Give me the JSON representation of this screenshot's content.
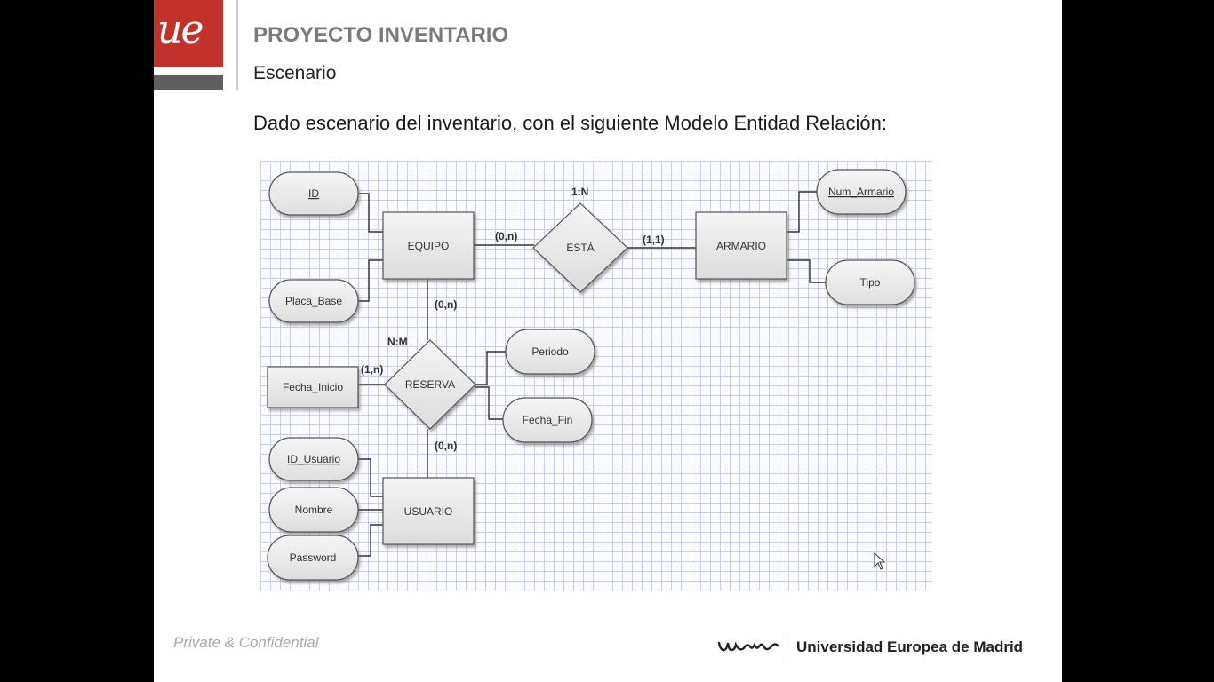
{
  "header": {
    "logo_text": "ue",
    "title": "PROYECTO INVENTARIO",
    "subtitle": "Escenario"
  },
  "description": "Dado escenario del inventario, con el siguiente Modelo Entidad Relación:",
  "diagram": {
    "entities": {
      "equipo": "EQUIPO",
      "armario": "ARMARIO",
      "usuario": "USUARIO",
      "fecha_inicio": "Fecha_Inicio"
    },
    "relationships": {
      "esta": "ESTÁ",
      "reserva": "RESERVA"
    },
    "attributes": {
      "id": "ID",
      "placa_base": "Placa_Base",
      "num_armario": "Num_Armario",
      "tipo": "Tipo",
      "periodo": "Periodo",
      "fecha_fin": "Fecha_Fin",
      "id_usuario": "ID_Usuario",
      "nombre": "Nombre",
      "password": "Password"
    },
    "labels": {
      "esta_type": "1:N",
      "equipo_esta_card": "(0,n)",
      "esta_armario_card": "(1,1)",
      "equipo_reserva_card": "(0,n)",
      "reserva_type": "N:M",
      "fecha_reserva_card": "(1,n)",
      "reserva_usuario_card": "(0,n)"
    }
  },
  "footer": {
    "confidential": "Private & Confidential",
    "logo_text": "uem",
    "university": "Universidad Europea de Madrid"
  }
}
